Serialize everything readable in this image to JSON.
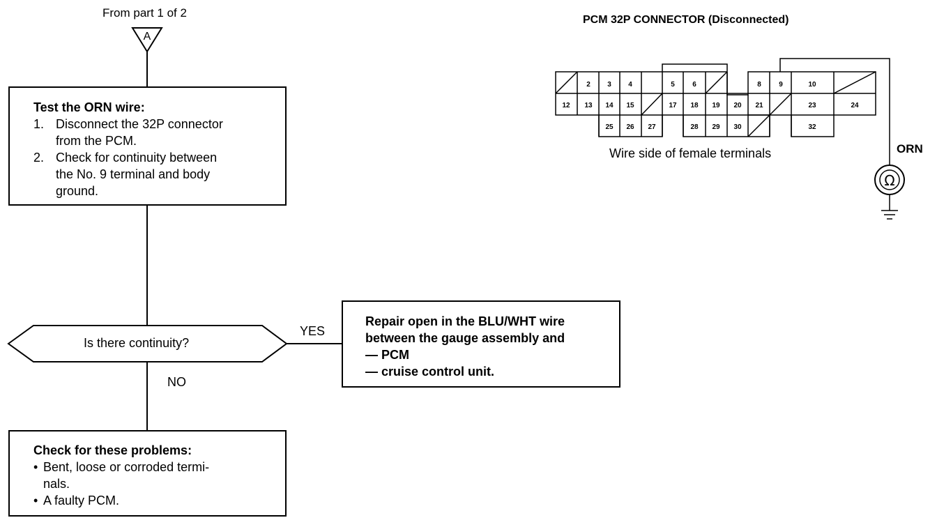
{
  "offpage": {
    "from_text": "From part 1 of 2",
    "label": "A"
  },
  "test_box": {
    "title": "Test the ORN wire:",
    "steps": [
      {
        "num": "1.",
        "lines": [
          "Disconnect the 32P connector",
          "from the PCM."
        ]
      },
      {
        "num": "2.",
        "lines": [
          "Check for continuity between",
          "the No. 9 terminal and body",
          "ground."
        ]
      }
    ]
  },
  "decision": {
    "question": "Is there continuity?",
    "yes": "YES",
    "no": "NO"
  },
  "repair_box": {
    "lines": [
      "Repair open in the BLU/WHT wire",
      "between the gauge assembly and",
      "— PCM",
      "— cruise control unit."
    ]
  },
  "check_box": {
    "title": "Check for these problems:",
    "bullets": [
      {
        "lines": [
          "Bent, loose or corroded termi-",
          "nals."
        ]
      },
      {
        "lines": [
          "A faulty PCM."
        ]
      }
    ]
  },
  "connector": {
    "title": "PCM 32P CONNECTOR (Disconnected)",
    "caption": "Wire side of female terminals",
    "wire_color": "ORN",
    "meter_symbol": "Ω",
    "terminals": {
      "t2": "2",
      "t3": "3",
      "t4": "4",
      "t5": "5",
      "t6": "6",
      "t8": "8",
      "t9": "9",
      "t10": "10",
      "t12": "12",
      "t13": "13",
      "t14": "14",
      "t15": "15",
      "t17": "17",
      "t18": "18",
      "t19": "19",
      "t20": "20",
      "t21": "21",
      "t23": "23",
      "t24": "24",
      "t25": "25",
      "t26": "26",
      "t27": "27",
      "t28": "28",
      "t29": "29",
      "t30": "30",
      "t32": "32"
    }
  }
}
